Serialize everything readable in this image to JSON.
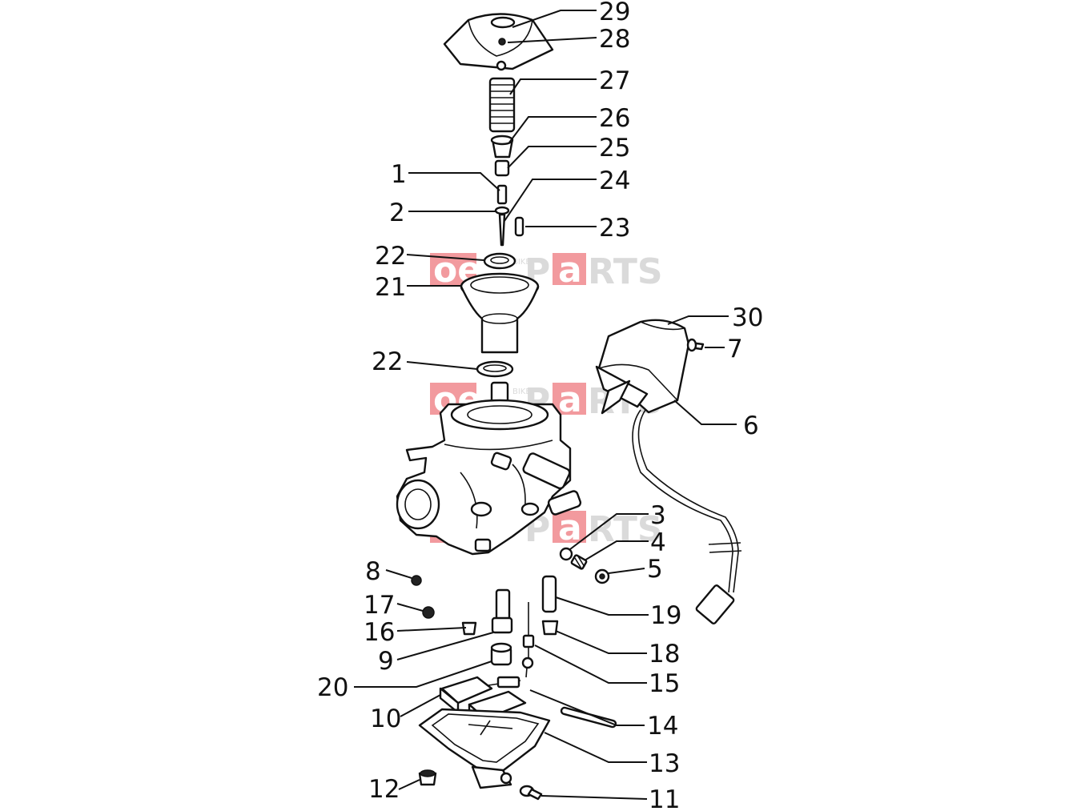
{
  "watermark": {
    "prefix": "oem",
    "small": "BIKE",
    "mid": "P",
    "badge": "a",
    "suffix": "RTS",
    "accent": "#e8484f",
    "grey": "#bdbdbd"
  },
  "callouts": [
    {
      "id": "29",
      "label": "29"
    },
    {
      "id": "28",
      "label": "28"
    },
    {
      "id": "27",
      "label": "27"
    },
    {
      "id": "26",
      "label": "26"
    },
    {
      "id": "25",
      "label": "25"
    },
    {
      "id": "1",
      "label": "1"
    },
    {
      "id": "24",
      "label": "24"
    },
    {
      "id": "2",
      "label": "2"
    },
    {
      "id": "23",
      "label": "23"
    },
    {
      "id": "22a",
      "label": "22"
    },
    {
      "id": "21",
      "label": "21"
    },
    {
      "id": "30",
      "label": "30"
    },
    {
      "id": "7",
      "label": "7"
    },
    {
      "id": "22b",
      "label": "22"
    },
    {
      "id": "6",
      "label": "6"
    },
    {
      "id": "3",
      "label": "3"
    },
    {
      "id": "4",
      "label": "4"
    },
    {
      "id": "5",
      "label": "5"
    },
    {
      "id": "8",
      "label": "8"
    },
    {
      "id": "17",
      "label": "17"
    },
    {
      "id": "19",
      "label": "19"
    },
    {
      "id": "16",
      "label": "16"
    },
    {
      "id": "18",
      "label": "18"
    },
    {
      "id": "9",
      "label": "9"
    },
    {
      "id": "15",
      "label": "15"
    },
    {
      "id": "20",
      "label": "20"
    },
    {
      "id": "10",
      "label": "10"
    },
    {
      "id": "14",
      "label": "14"
    },
    {
      "id": "13",
      "label": "13"
    },
    {
      "id": "12",
      "label": "12"
    },
    {
      "id": "11",
      "label": "11"
    }
  ]
}
